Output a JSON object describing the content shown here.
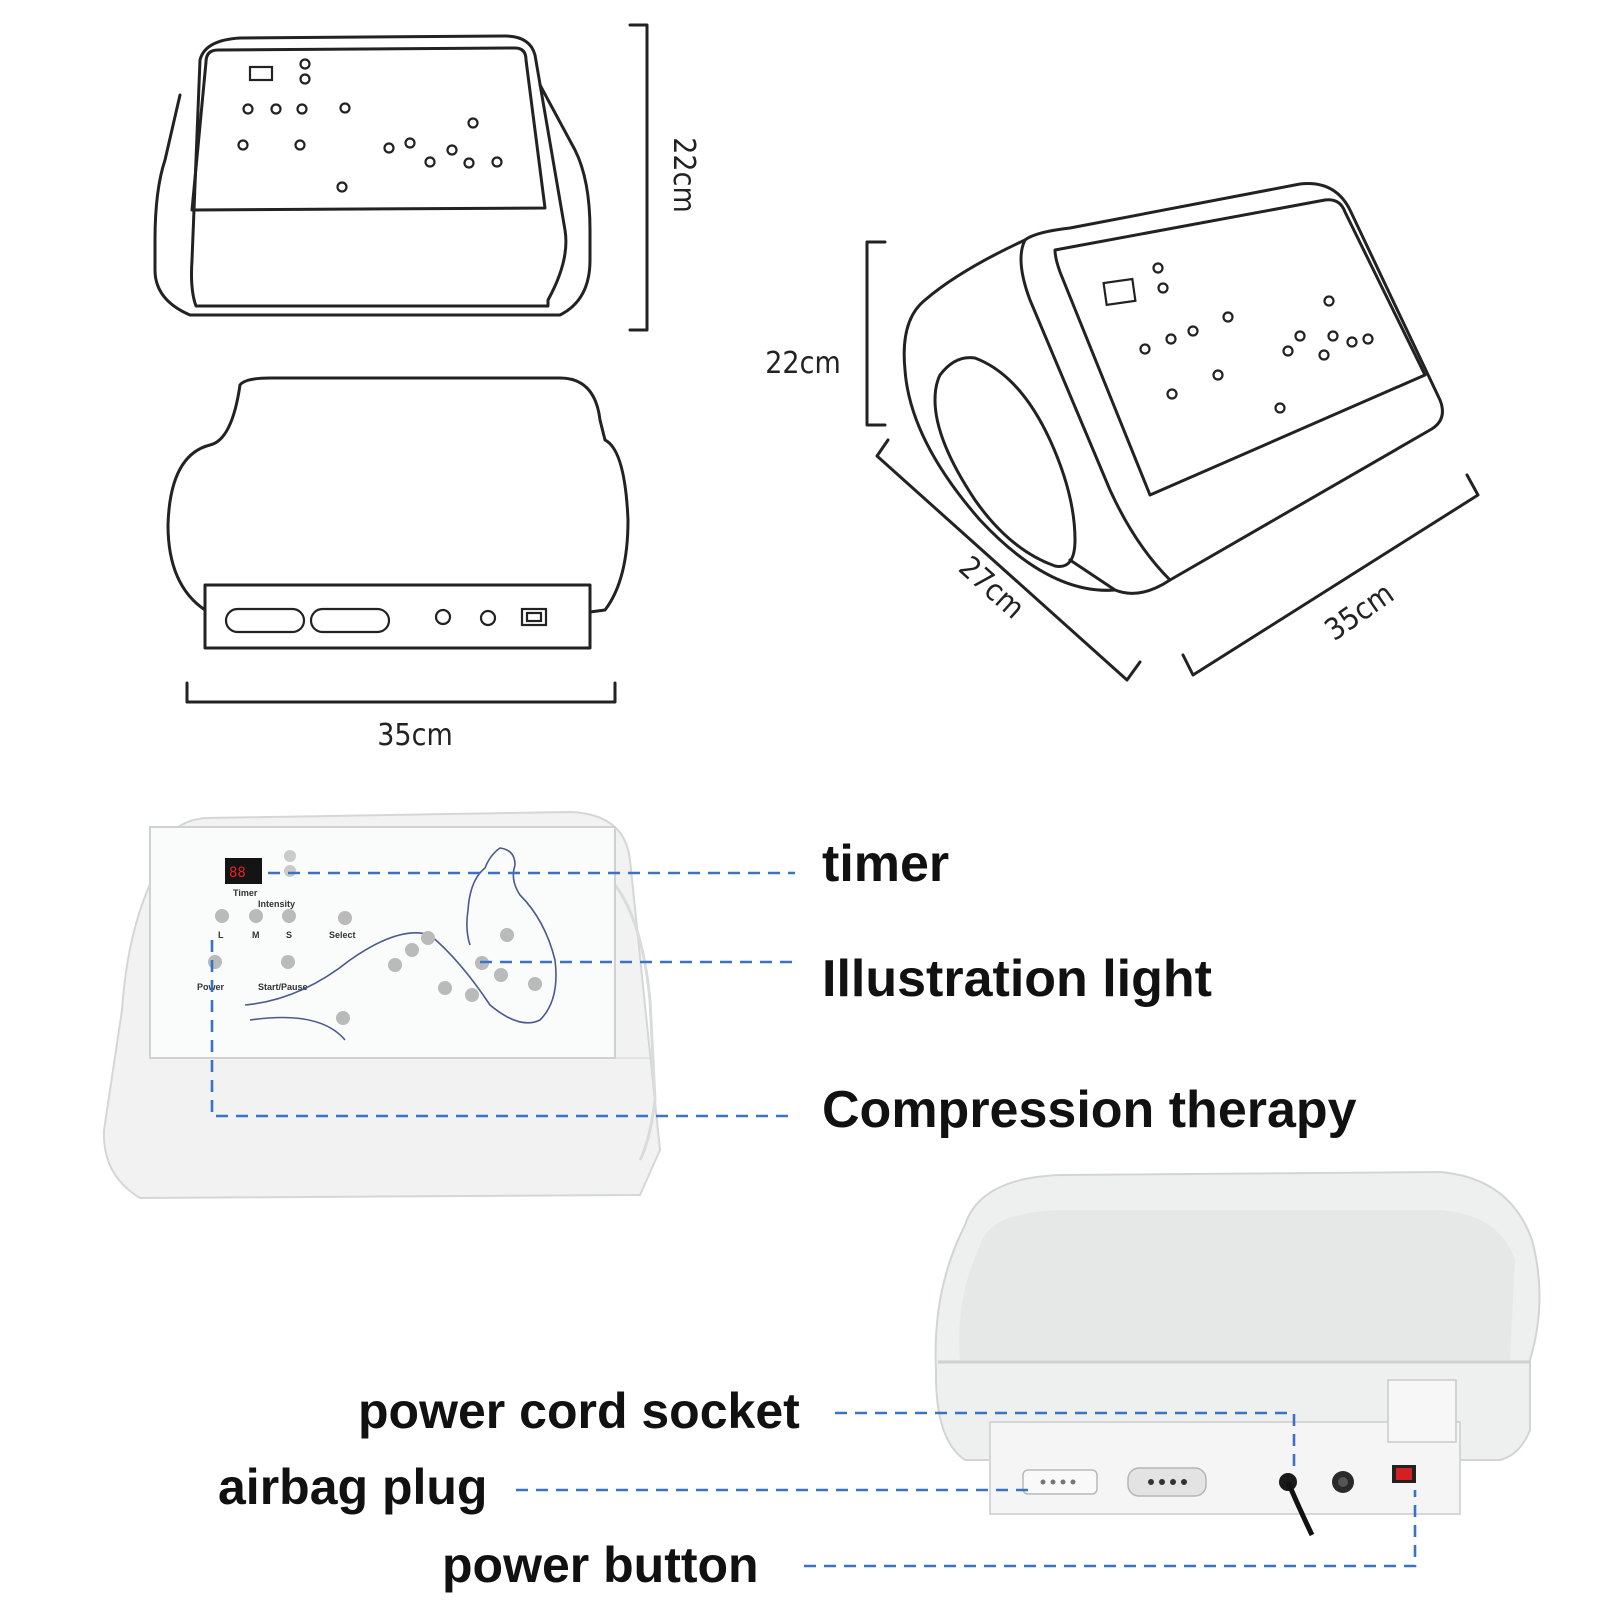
{
  "dimensions": {
    "front_height": "22cm",
    "front_width": "35cm",
    "side_height": "22cm",
    "side_depth": "27cm",
    "side_width": "35cm"
  },
  "callouts": {
    "timer": "timer",
    "illustration_light": "Illustration light",
    "compression_therapy": "Compression therapy",
    "power_cord_socket": "power cord socket",
    "airbag_plug": "airbag plug",
    "power_button": "power button"
  },
  "panel_labels": {
    "timer": "Timer",
    "intensity": "Intensity",
    "l": "L",
    "m": "M",
    "s": "S",
    "select": "Select",
    "power": "Power",
    "start_pause": "Start/Pause"
  },
  "colors": {
    "leader_line": "#3a72c4",
    "device_body": "#f2f3f2",
    "power_switch": "#d42020"
  }
}
